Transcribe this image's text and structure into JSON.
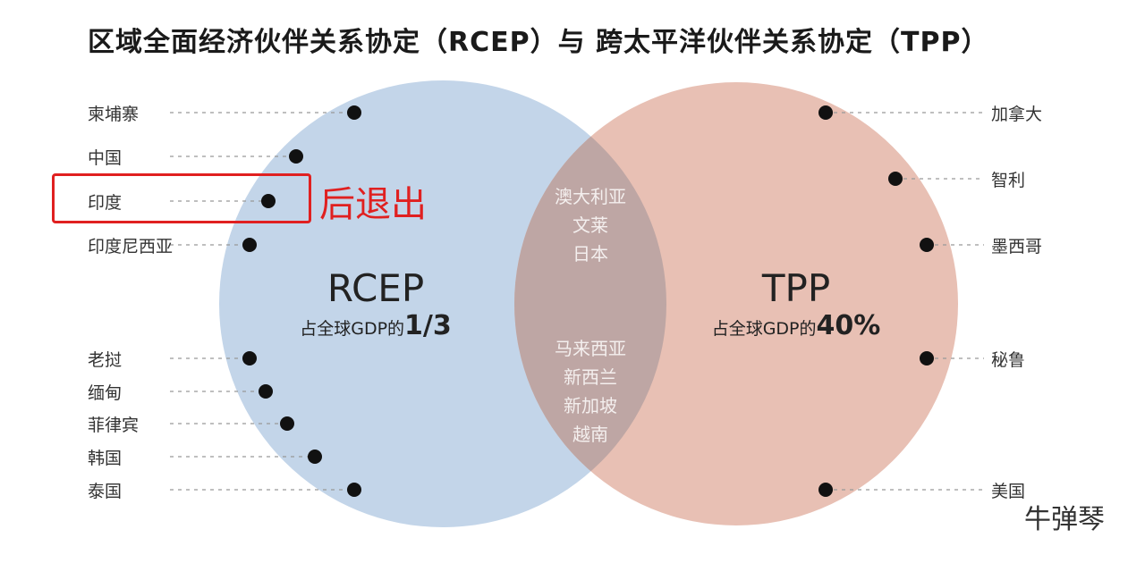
{
  "title": "区域全面经济伙伴关系协定（RCEP）与 跨太平洋伙伴关系协定（TPP）",
  "colors": {
    "rcep": "#c3d5e9",
    "tpp": "#e8c0b4",
    "overlap": "#bea6a4",
    "highlight": "#e02020"
  },
  "rcep": {
    "name": "RCEP",
    "share_prefix": "占全球GDP的",
    "share_value": "1/3",
    "members": [
      "柬埔寨",
      "中国",
      "印度",
      "印度尼西亚",
      "老挝",
      "缅甸",
      "菲律宾",
      "韩国",
      "泰国"
    ]
  },
  "tpp": {
    "name": "TPP",
    "share_prefix": "占全球GDP的",
    "share_value": "40%",
    "members": [
      "加拿大",
      "智利",
      "墨西哥",
      "秘鲁",
      "美国"
    ]
  },
  "overlap": {
    "group1": [
      "澳大利亚",
      "文莱",
      "日本"
    ],
    "group2": [
      "马来西亚",
      "新西兰",
      "新加坡",
      "越南"
    ]
  },
  "annotation": "后退出",
  "watermark": "牛弹琴"
}
